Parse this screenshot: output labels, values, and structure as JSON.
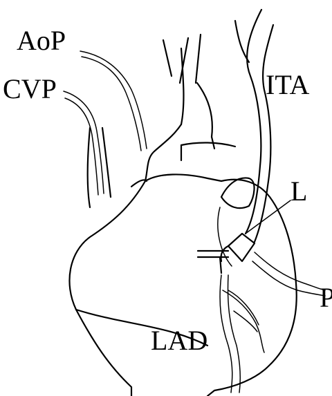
{
  "labels": {
    "aop": "AoP",
    "cvp": "CVP",
    "ita": "ITA",
    "l": "L",
    "p": "P",
    "lad": "LAD"
  }
}
